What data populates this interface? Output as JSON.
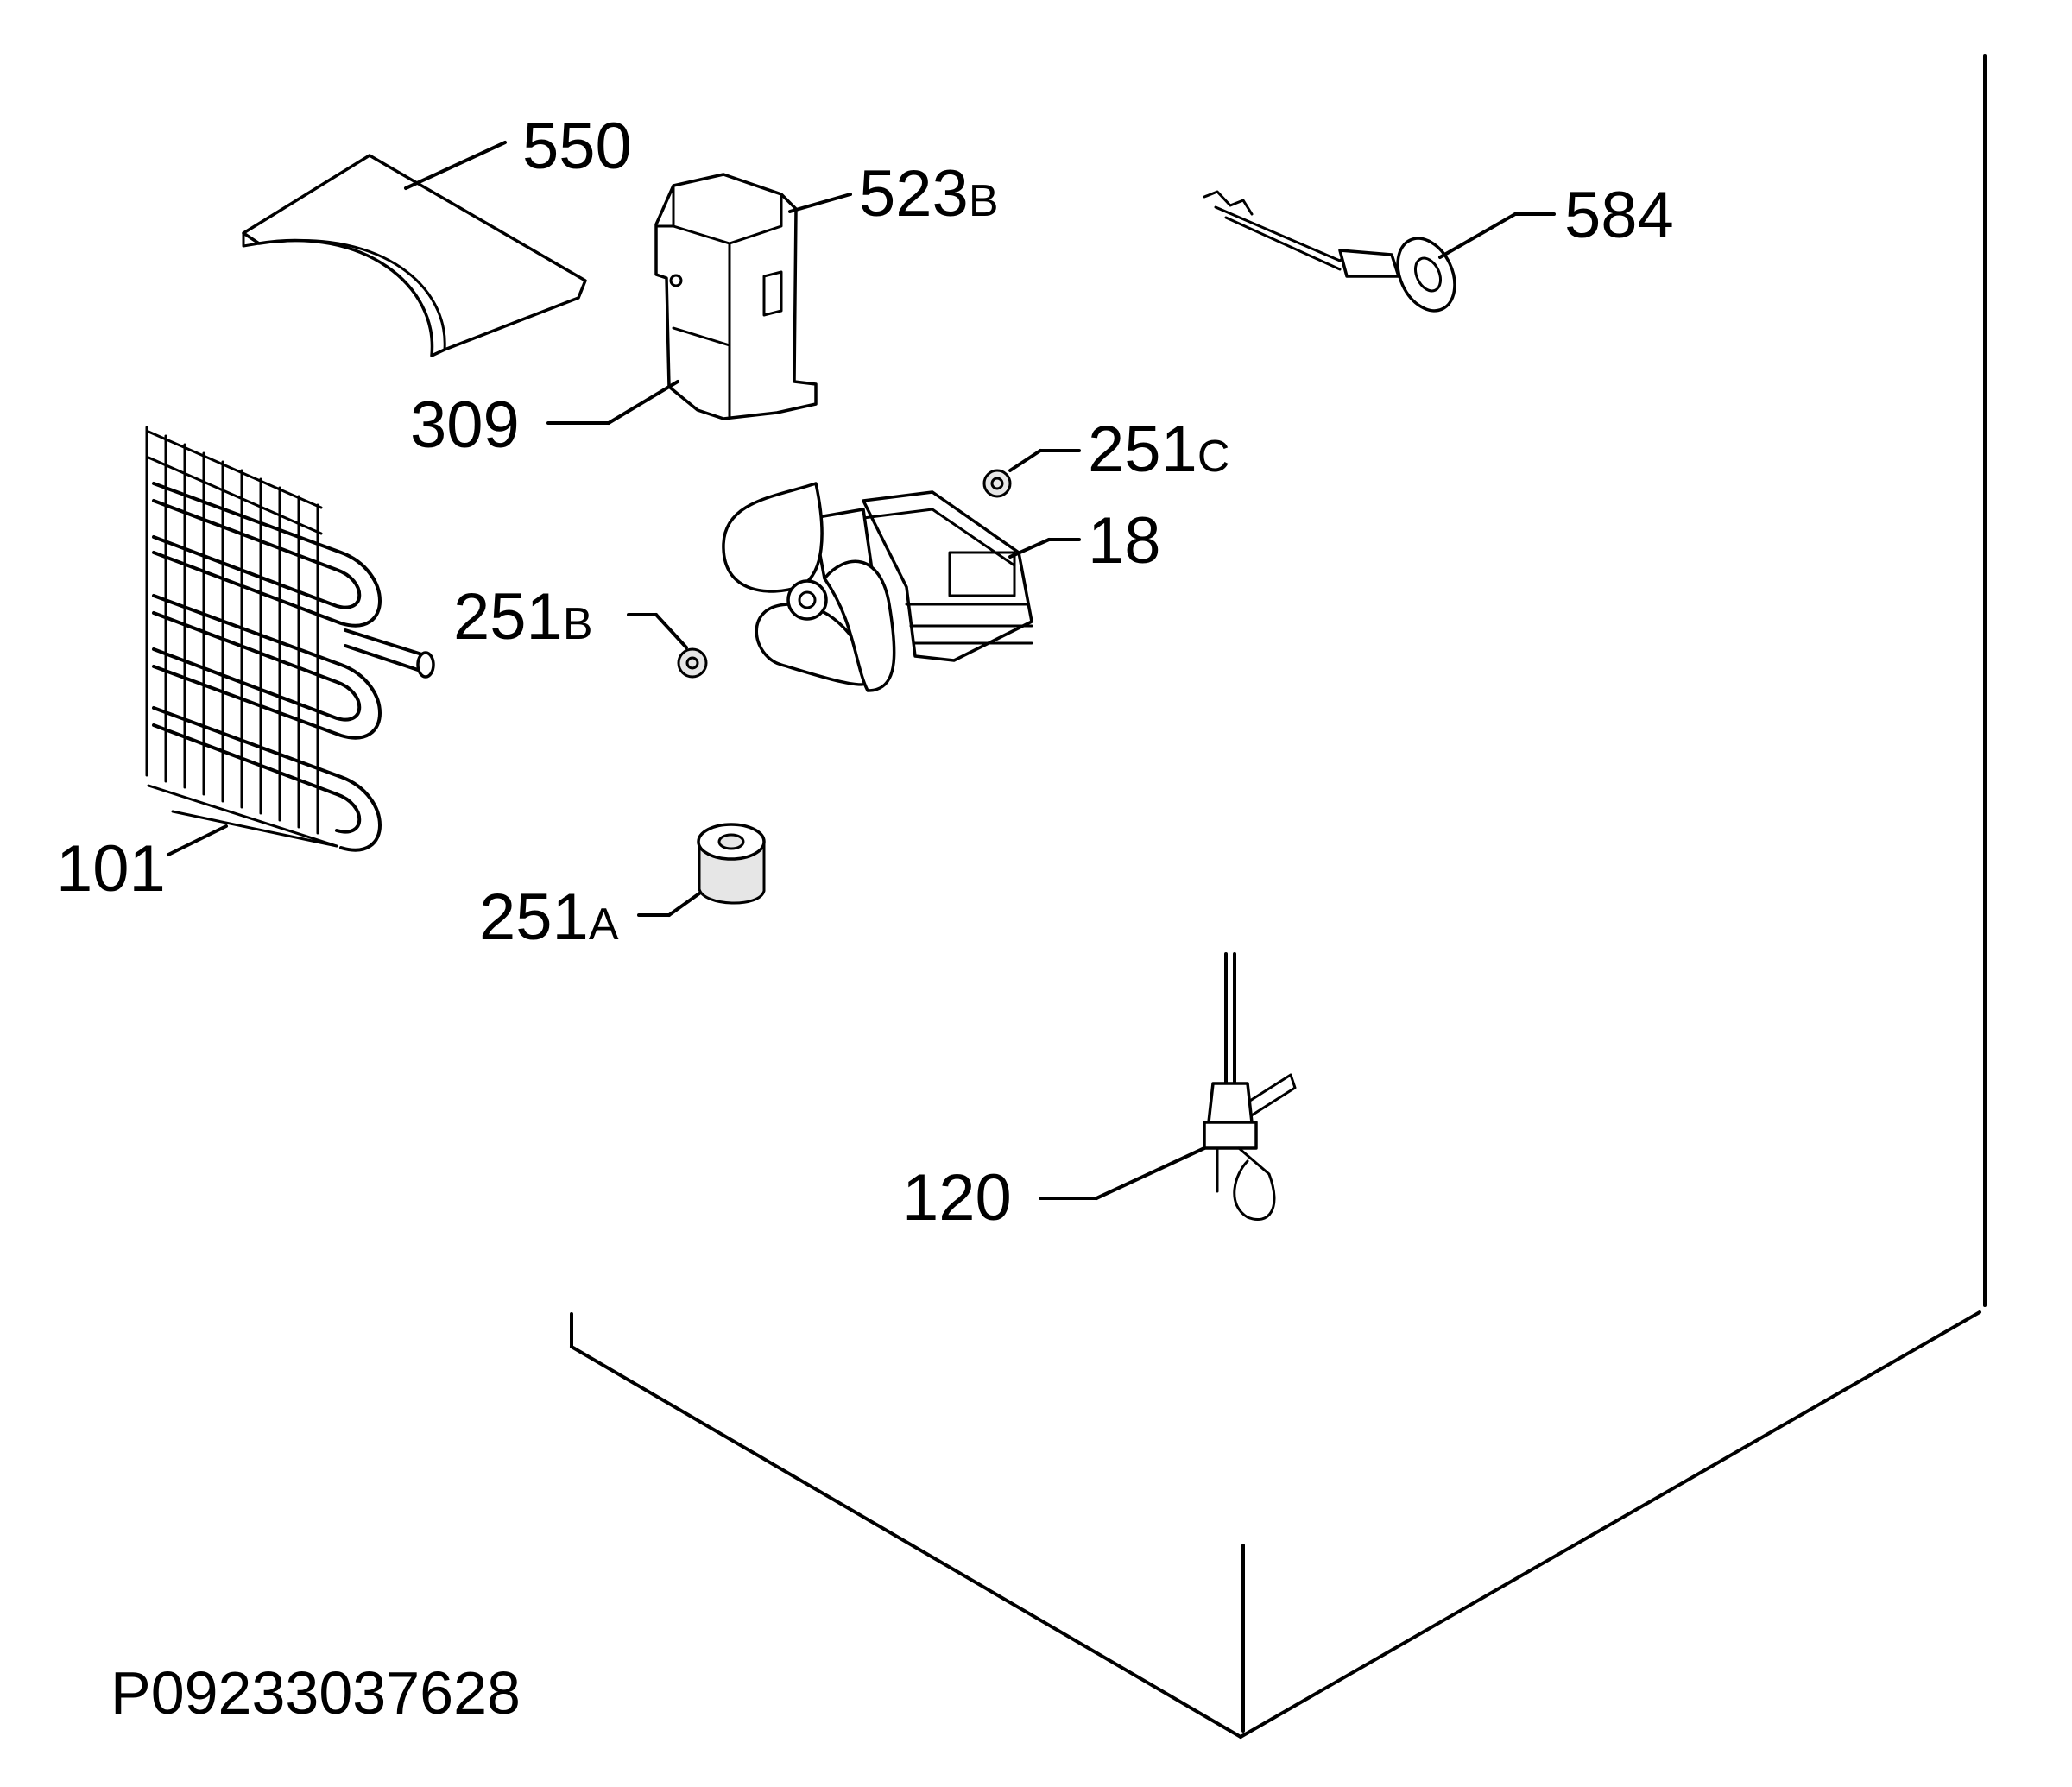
{
  "diagram": {
    "reference_code": "P09233037628",
    "callouts": [
      {
        "id": "550",
        "number": "550",
        "suffix": ""
      },
      {
        "id": "523B",
        "number": "523",
        "suffix": "B"
      },
      {
        "id": "584",
        "number": "584",
        "suffix": ""
      },
      {
        "id": "309",
        "number": "309",
        "suffix": ""
      },
      {
        "id": "251C",
        "number": "251",
        "suffix": "C"
      },
      {
        "id": "18",
        "number": "18",
        "suffix": ""
      },
      {
        "id": "251B",
        "number": "251",
        "suffix": "B"
      },
      {
        "id": "101",
        "number": "101",
        "suffix": ""
      },
      {
        "id": "251A",
        "number": "251",
        "suffix": "A"
      },
      {
        "id": "120",
        "number": "120",
        "suffix": ""
      }
    ]
  }
}
